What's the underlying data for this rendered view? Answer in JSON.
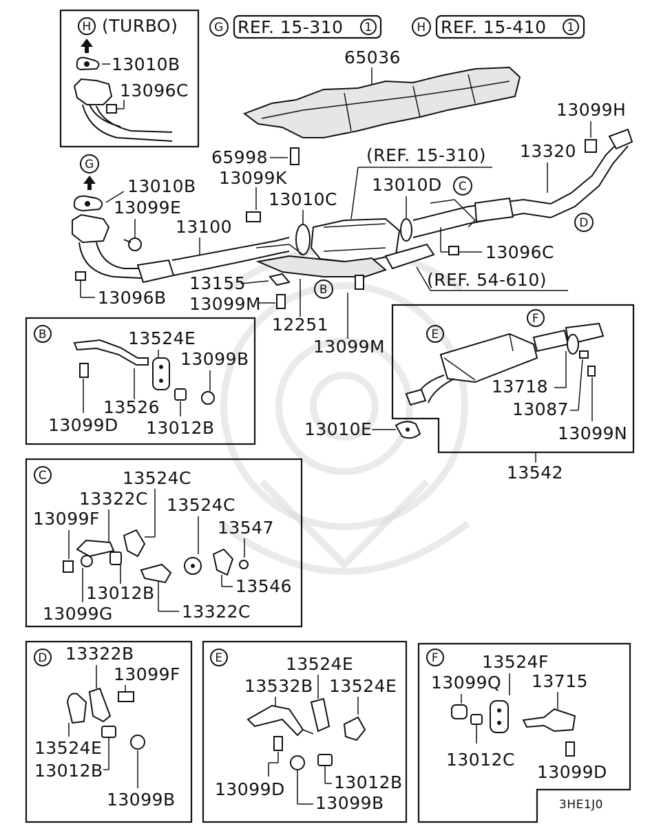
{
  "markers": {
    "g": "G",
    "h": "H",
    "b": "B",
    "c": "C",
    "d": "D",
    "e": "E",
    "f": "F"
  },
  "refs": {
    "turbo_label": "(TURBO)",
    "g_ref": "REF. 15-310",
    "g_ref_num": "1",
    "h_ref": "REF. 15-410",
    "h_ref_num": "1",
    "ref_15_310": "(REF. 15-310)",
    "ref_54_610": "(REF. 54-610)"
  },
  "parts": {
    "p13010B": "13010B",
    "p13096C": "13096C",
    "p65036": "65036",
    "p13099H": "13099H",
    "p13320": "13320",
    "p65998": "65998",
    "p13099K": "13099K",
    "p13010C": "13010C",
    "p13010D": "13010D",
    "p13099E": "13099E",
    "p13100": "13100",
    "p13096B": "13096B",
    "p13155": "13155",
    "p13099M": "13099M",
    "p12251": "12251",
    "p13524E": "13524E",
    "p13099B": "13099B",
    "p13526": "13526",
    "p13099D": "13099D",
    "p13012B": "13012B",
    "p13718": "13718",
    "p13087": "13087",
    "p13099N": "13099N",
    "p13010E": "13010E",
    "p13542": "13542",
    "p13524C": "13524C",
    "p13322C": "13322C",
    "p13099F": "13099F",
    "p13547": "13547",
    "p13546": "13546",
    "p13099G": "13099G",
    "p13322B": "13322B",
    "p13532B": "13532B",
    "p13524F": "13524F",
    "p13099Q": "13099Q",
    "p13715": "13715",
    "p13012C": "13012C"
  },
  "diagram_code": "3HE1J0"
}
